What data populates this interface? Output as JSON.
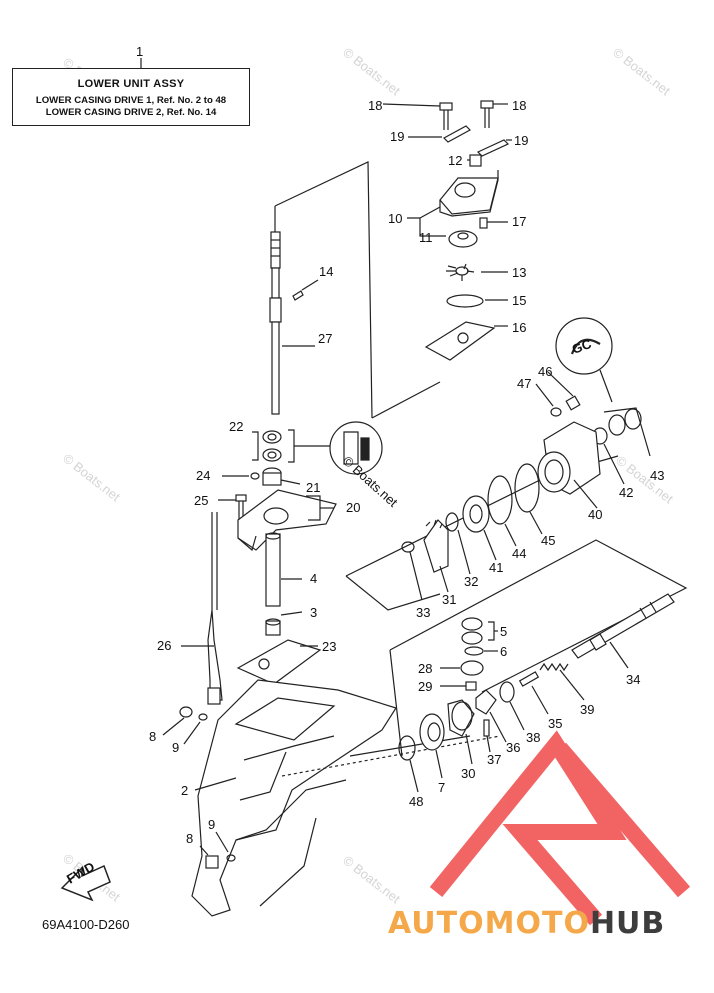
{
  "header": {
    "ref_no": "1",
    "title": "LOWER UNIT ASSY",
    "line1": "LOWER CASING DRIVE 1, Ref. No. 2 to 48",
    "line2": "LOWER CASING DRIVE 2, Ref. No. 14"
  },
  "drawing_code": "69A4100-D260",
  "fwd_label": "FWD",
  "callout_gc": "GC",
  "watermark": "© Boats.net",
  "watermark_center": "© Boats.net",
  "brand": {
    "part1": "AUTOMOTO",
    "part2": "HUB",
    "color_accent": "#f5a84a",
    "color_dark": "#3d3d3d",
    "logo_color": "#f04a4a"
  },
  "labels": {
    "n18a": "18",
    "n18b": "18",
    "n19a": "19",
    "n19b": "19",
    "n12": "12",
    "n10": "10",
    "n17": "17",
    "n11": "11",
    "n13": "13",
    "n15": "15",
    "n16": "16",
    "n14": "14",
    "n27": "27",
    "n22": "22",
    "n24": "24",
    "n21": "21",
    "n25": "25",
    "n20": "20",
    "n4": "4",
    "n3": "3",
    "n26": "26",
    "n23": "23",
    "n8a": "8",
    "n9a": "9",
    "n2": "2",
    "n8b": "8",
    "n9b": "9",
    "n46": "46",
    "n47": "47",
    "n43": "43",
    "n42": "42",
    "n40": "40",
    "n45": "45",
    "n44": "44",
    "n41": "41",
    "n32": "32",
    "n31": "31",
    "n33": "33",
    "n5": "5",
    "n6": "6",
    "n28": "28",
    "n29": "29",
    "n34": "34",
    "n39": "39",
    "n35": "35",
    "n38": "38",
    "n36": "36",
    "n37": "37",
    "n30": "30",
    "n7": "7",
    "n48": "48"
  }
}
